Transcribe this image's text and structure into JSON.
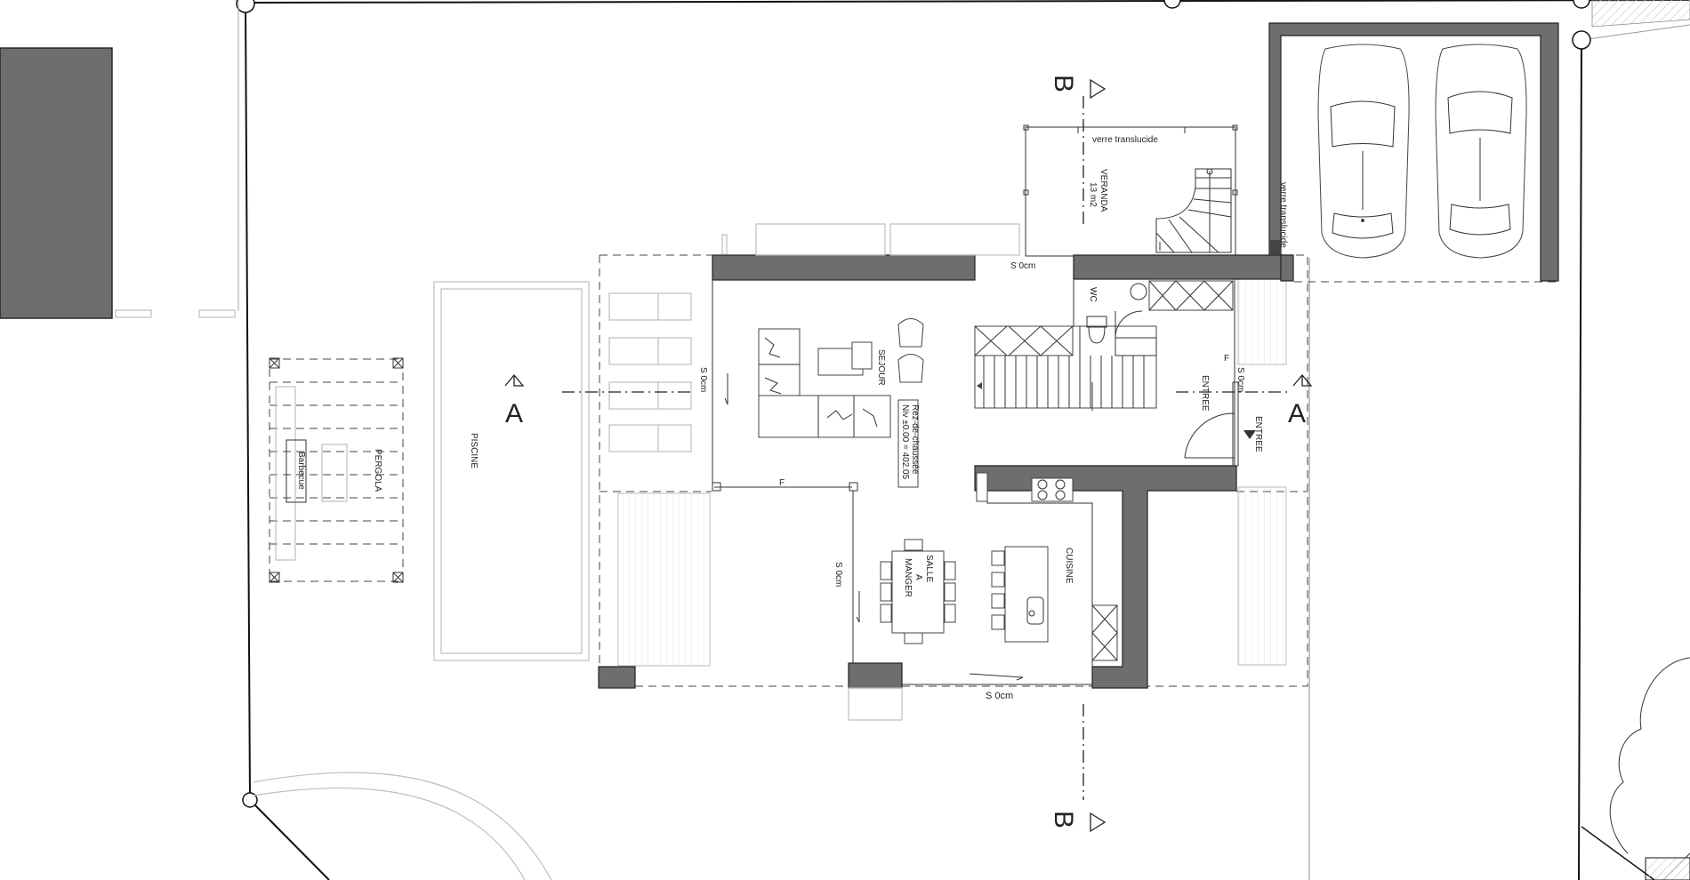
{
  "labels": {
    "veranda_glass": "verre translucide",
    "garage_glass": "verre translucide",
    "veranda": "VERANDA",
    "veranda_area": "13 m2",
    "s0_top": "S 0cm",
    "s0_left": "S 0cm",
    "s0_right": "S 0cm",
    "s0_dining": "S 0cm",
    "s0_bottom": "S 0cm",
    "wc": "WC",
    "sejour": "SEJOUR",
    "level_line1": "Rez-de-chaussée",
    "level_line2": "Niv ±0.00 = 402.05",
    "entree_inside": "ENTREE",
    "entree_outside": "ENTREE",
    "f_top": "F",
    "f_right": "F",
    "piscine": "PISCINE",
    "pergola": "PERGOLA",
    "barbecue": "Barbecue",
    "salle_a_manger_1": "SALLE",
    "salle_a_manger_2": "A",
    "salle_a_manger_3": "MANGER",
    "cuisine": "CUISINE",
    "section_a_left": "A",
    "section_a_right": "A",
    "section_b_top": "B",
    "section_b_bottom": "B"
  }
}
